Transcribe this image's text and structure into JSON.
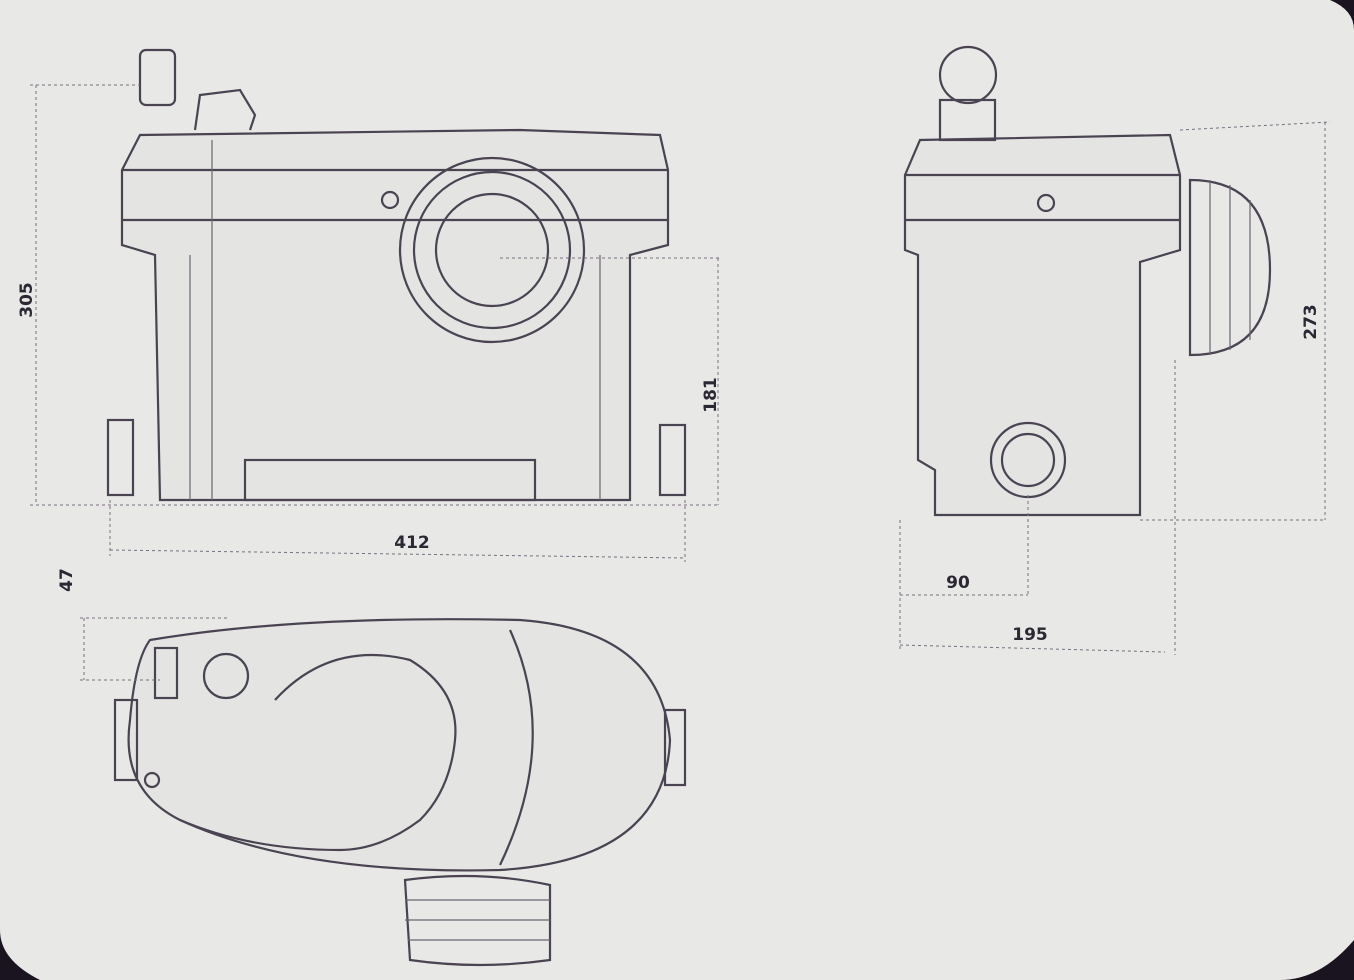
{
  "drawing": {
    "front_view": {
      "height_total": "305",
      "inlet_height": "181",
      "width": "412"
    },
    "side_view": {
      "height": "273",
      "outlet_offset": "90",
      "depth": "195"
    },
    "top_view": {
      "outlet_offset": "47"
    }
  },
  "colors": {
    "paper": "#e8e8e6",
    "line": "#4a4452",
    "background": "#1a1420"
  }
}
